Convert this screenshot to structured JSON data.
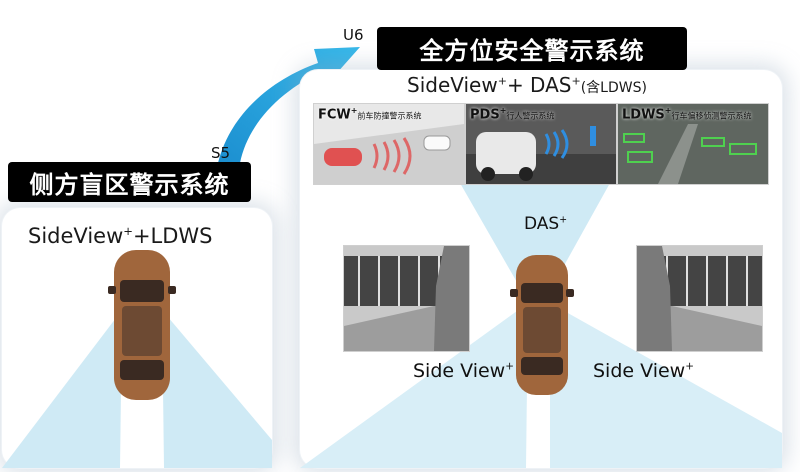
{
  "stages": {
    "s5": {
      "code": "S5",
      "title": "侧方盲区警示系统",
      "subtitle_main": "SideView",
      "subtitle_sup": "+",
      "subtitle_rest": "+LDWS"
    },
    "u6": {
      "code": "U6",
      "title": "全方位安全警示系统",
      "subtitle_main": "SideView",
      "subtitle_sup": "+",
      "subtitle_mid": "+ DAS",
      "subtitle_sup2": "+",
      "subtitle_rest": "(含LDWS)"
    }
  },
  "features": [
    {
      "name": "FCW",
      "sup": "+",
      "desc": "前车防撞警示系统"
    },
    {
      "name": "PDS",
      "sup": "+",
      "desc": "行人警示系统"
    },
    {
      "name": "LDWS",
      "sup": "+",
      "desc": "行车偏移侦测警示系统"
    }
  ],
  "das_label": {
    "name": "DAS",
    "sup": "+"
  },
  "side_view_left": {
    "name": "Side View",
    "sup": "+"
  },
  "side_view_right": {
    "name": "Side View",
    "sup": "+"
  },
  "colors": {
    "banner_bg": "#000000",
    "arrow": "#29a8e0",
    "beam": "#cfeaf5",
    "car_body": "#a0663c"
  }
}
